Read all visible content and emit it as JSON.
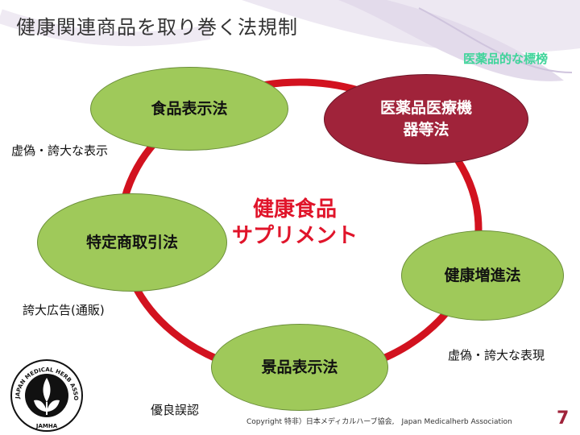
{
  "slide": {
    "title": "健康関連商品を取り巻く法規制",
    "subtitle": "医薬品的な標榜",
    "center_line1": "健康食品",
    "center_line2": "サプリメント",
    "nodes": {
      "food_label_law": "食品表示法",
      "pmd_law_line1": "医薬品医療機",
      "pmd_law_line2": "器等法",
      "commerce_law": "特定商取引法",
      "health_promotion_law": "健康増進法",
      "premiums_law": "景品表示法"
    },
    "notes": {
      "false_exaggerated_display": "虚偽・誇大な表示",
      "exaggerated_ad_mailorder": "誇大広告(通販)",
      "false_exaggerated_expression": "虚偽・誇大な表現",
      "misleading": "優良誤認"
    },
    "footer": "Copyright 特非）日本メディカルハーブ協会,　Japan Medicalherb Association",
    "page_number": "7"
  },
  "logo": {
    "text_arc": "JAPAN MEDICAL HERB ASSOCIATION",
    "text_bottom": "JAMHA"
  },
  "colors": {
    "ring": "#d2121f",
    "node_green": "#9fc95a",
    "node_red": "#a0233a",
    "center_text": "#e0142a",
    "subtitle": "#3fd49a"
  }
}
